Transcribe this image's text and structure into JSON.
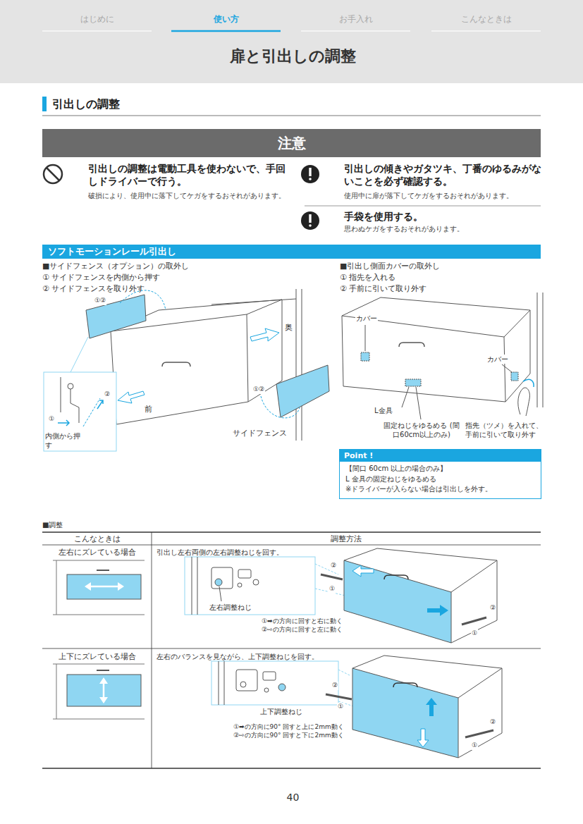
{
  "diagram": {
    "title": "扉と引出しの調整",
    "nodes": [
      {
        "text": [
          "注意"
        ]
      },
      {
        "text": [
          "ソフトモーションレール引出し"
        ]
      },
      {
        "text": [
          "Point !",
          "【間口 60cm 以上の場合のみ】",
          "L 金具の固定ねじをゆるめる",
          "※ドライバーが入らない場合は引出しを外す。"
        ]
      }
    ],
    "labels": [
      "はじめに",
      "使い方",
      "お手入れ",
      "こんなときは",
      "引出しの調整",
      "引出しの調整は電動工具を使わないで、手回しドライバーで行う。",
      "破損により、使用中に落下してケガをするおそれがあります。",
      "引出しの傾きやガタツキ、丁番のゆるみがないことを必ず確認する。",
      "使用中に扉が落下してケガをするおそれがあります。",
      "手袋を使用する。",
      "思わぬケガをするおそれがあります。",
      "■サイドフェンス（オプション）の取外し",
      "① サイドフェンスを内側から押す",
      "② サイドフェンスを取り外す",
      "①②",
      "①②",
      "②",
      "①",
      "内側から押す",
      "奥",
      "前",
      "サイドフェンス",
      "■引出し側面カバーの取外し",
      "① 指先を入れる",
      "② 手前に引いて取り外す",
      "カバー",
      "カバー",
      "L金具",
      "固定ねじをゆるめる (間口60cm以上のみ)",
      "指先（ツメ）を入れて、手前に引いて取り外す",
      "■調整",
      "こんなときは",
      "調整方法",
      "左右にズレている場合",
      "引出し左右両側の左右調整ねじを回す。",
      "左右調整ねじ",
      "①➡の方向に回すと右に動く",
      "②⇨の方向に回すと左に動く",
      "②",
      "①",
      "②",
      "①",
      "上下にズレている場合",
      "左右のバランスを見ながら、上下調整ねじを回す。",
      "上下調整ねじ",
      "①➡の方向に90° 回すと上に2mm動く",
      "②⇨の方向に90° 回すと下に2mm動く",
      "②",
      "①",
      "②",
      "①",
      "40"
    ]
  }
}
